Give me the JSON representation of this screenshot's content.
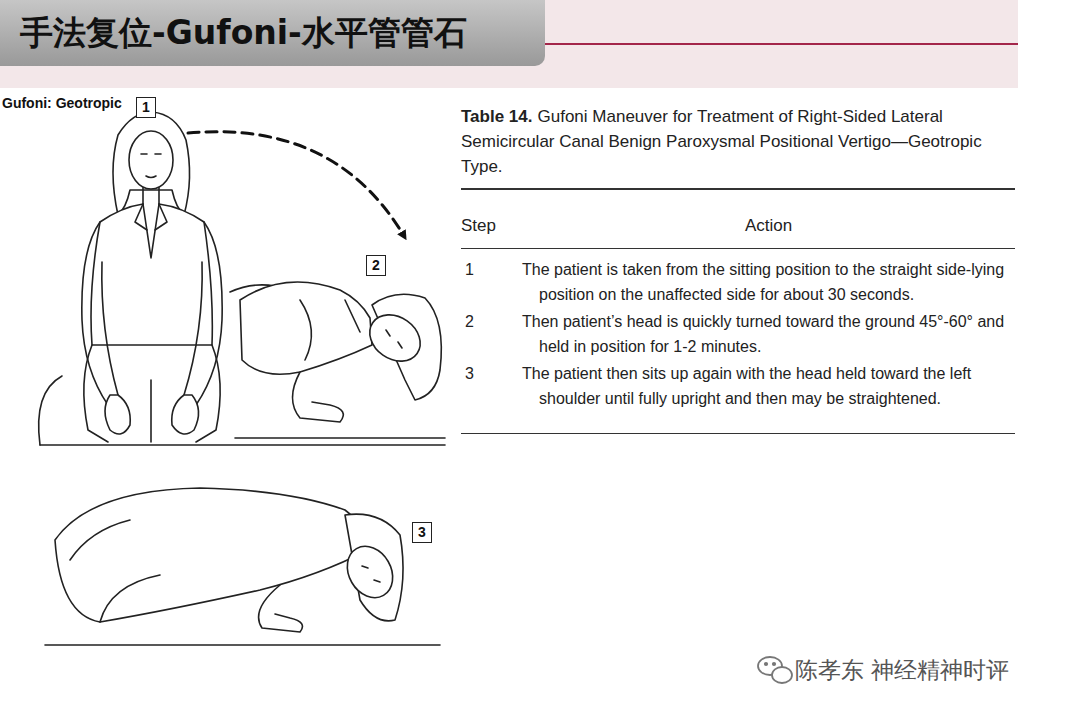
{
  "diagram": {
    "title": "手法复位-Gufoni-水平管管石",
    "nodes": [
      {
        "text": [
          "1"
        ]
      },
      {
        "text": [
          "2"
        ]
      },
      {
        "text": [
          "3"
        ]
      }
    ],
    "labels": [
      "Gufoni: Geotropic",
      "Table 14.",
      "Gufoni Maneuver for Treatment of Right-Sided Lateral Semicircular Canal Benign Paroxysmal Positional Vertigo—Geotropic Type.",
      "Step",
      "Action",
      "1",
      "The patient is taken from the sitting position to the straight side-lying position on the unaffected side for about 30 seconds.",
      "2",
      "Then patient’s head is quickly turned toward the ground 45°-60° and held in position for 1-2 minutes.",
      "3",
      "The patient then sits up again with the head held toward the left shoulder until fully upright and then may be straightened.",
      "陈孝东 神经精神时评"
    ]
  }
}
